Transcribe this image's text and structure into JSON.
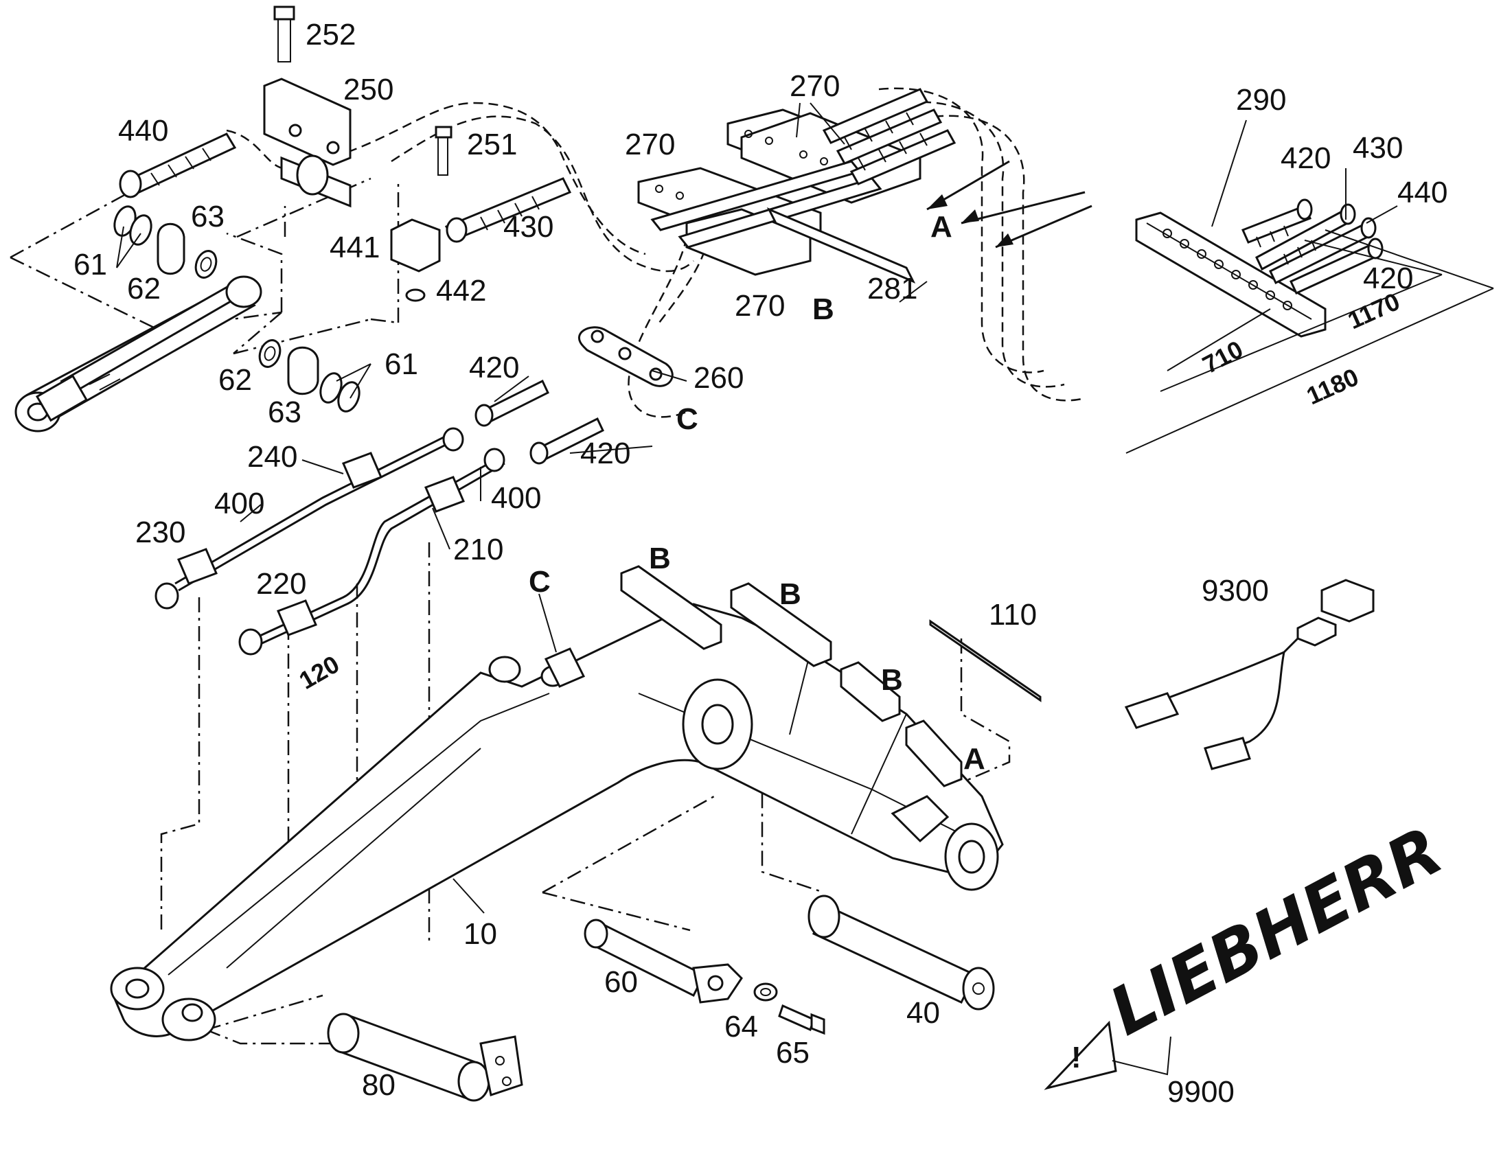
{
  "labels": {
    "l252": "252",
    "l250": "250",
    "l251": "251",
    "l440a": "440",
    "l441": "441",
    "l442": "442",
    "l430a": "430",
    "l63a": "63",
    "l61a": "61",
    "l62a": "62",
    "l62b": "62",
    "l63b": "63",
    "l61b": "61",
    "l270a": "270",
    "l270b": "270",
    "l270c": "270",
    "l281": "281",
    "lA1": "A",
    "lB1": "B",
    "l290": "290",
    "l420a": "420",
    "l430b": "430",
    "l440b": "440",
    "l420b": "420",
    "l420c": "420",
    "l420d": "420",
    "l260": "260",
    "lC1": "C",
    "l240": "240",
    "l400a": "400",
    "l400b": "400",
    "l230": "230",
    "l210": "210",
    "l220": "220",
    "l120": "120",
    "lB2": "B",
    "lB3": "B",
    "lB4": "B",
    "lC2": "C",
    "lA2": "A",
    "l110": "110",
    "l9300": "9300",
    "l10": "10",
    "l60": "60",
    "l64": "64",
    "l65": "65",
    "l40": "40",
    "l80": "80",
    "l9900": "9900"
  },
  "dimensions": {
    "d710": "710",
    "d1170": "1170",
    "d1180": "1180"
  },
  "brand": {
    "logo_text": "LIEBHERR"
  },
  "colors": {
    "ink": "#111111",
    "background": "#ffffff"
  }
}
